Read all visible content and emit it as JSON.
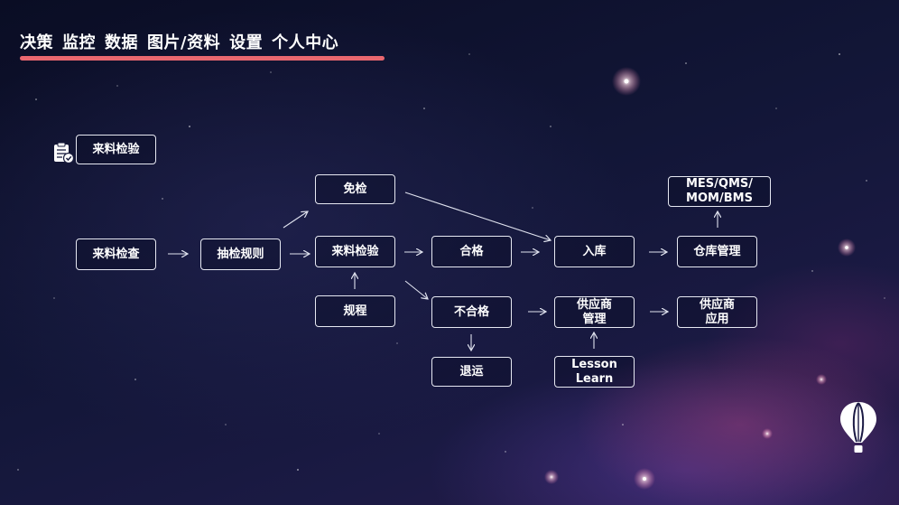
{
  "nav": {
    "items": [
      "决策",
      "监控",
      "数据",
      "图片/资料",
      "设置",
      "个人中心"
    ]
  },
  "diagram": {
    "header_label": "来料检验",
    "nodes": {
      "incoming_check": "来料检查",
      "sampling_rules": "抽检规则",
      "exempt": "免检",
      "inspection": "来料检验",
      "procedure": "规程",
      "qualified": "合格",
      "unqualified": "不合格",
      "return": "退运",
      "warehousing": "入库",
      "warehouse_mgmt": "仓库管理",
      "systems": "MES/QMS/\nMOM/BMS",
      "supplier_mgmt": "供应商\n管理",
      "supplier_app": "供应商\n应用",
      "lesson_learn": "Lesson\nLearn"
    }
  },
  "icons": {
    "clipboard": "clipboard-check-icon",
    "balloon": "hot-air-balloon-icon"
  },
  "colors": {
    "accent": "#e9676f",
    "line": "#dfe2ee"
  }
}
